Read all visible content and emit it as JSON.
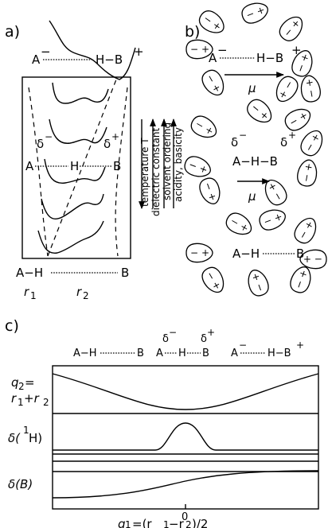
{
  "panel_a": {
    "label": "a)",
    "top_left": "A",
    "top_left_charge": "−",
    "top_right": "H−B",
    "top_right_charge": "+",
    "mid_delta_minus": "δ",
    "mid_delta_minus_sign": "−",
    "mid_delta_plus": "δ",
    "mid_delta_plus_sign": "+",
    "mid_A": "A",
    "mid_H": "H",
    "mid_B": "B",
    "bottom_AH": "A−H",
    "bottom_B": "B",
    "r1": "r",
    "r1_sub": "1",
    "r2": "r",
    "r2_sub": "2",
    "arrow_labels": [
      "temperature T",
      "dielectric constant",
      "solvent ordering",
      "acidity, basicity"
    ]
  },
  "panel_b": {
    "label": "b)",
    "top_A": "A",
    "top_A_charge": "−",
    "top_HB": "H−B",
    "top_HB_charge": "+",
    "mu_top": "μ",
    "mid_delta_minus": "δ",
    "mid_delta_minus_sign": "−",
    "mid_delta_plus": "δ",
    "mid_delta_plus_sign": "+",
    "mid_AHB": "A−H−B",
    "mu_mid": "μ",
    "bottom_AH": "A−H",
    "bottom_B": "B",
    "dipole_neg": "−",
    "dipole_pos": "+"
  },
  "panel_c": {
    "label": "c)",
    "state1_AH": "A−H",
    "state1_B": "B",
    "state2_delta_minus": "δ",
    "state2_delta_minus_sign": "−",
    "state2_delta_plus": "δ",
    "state2_delta_plus_sign": "+",
    "state2_A": "A",
    "state2_H": "H",
    "state2_B": "B",
    "state3_A": "A",
    "state3_A_charge": "−",
    "state3_HB": "H−B",
    "state3_HB_charge": "+",
    "row1_label_line1": "q",
    "row1_label_sub": "2",
    "row1_label_eq": "=",
    "row1_label_line2": "r",
    "row1_label_line2_sub1": "1",
    "row1_label_line2_plus": "+r",
    "row1_label_line2_sub2": "2",
    "row2_label": "δ(",
    "row2_label_sup": "1",
    "row2_label_end": "H)",
    "row3_label": "δ(B)",
    "x_zero": "0",
    "x_axis_q": "q",
    "x_axis_sub": "1",
    "x_axis_rest": "=(r",
    "x_axis_r1sub": "1",
    "x_axis_minus": "−r",
    "x_axis_r2sub": "2",
    "x_axis_end": ")/2"
  }
}
